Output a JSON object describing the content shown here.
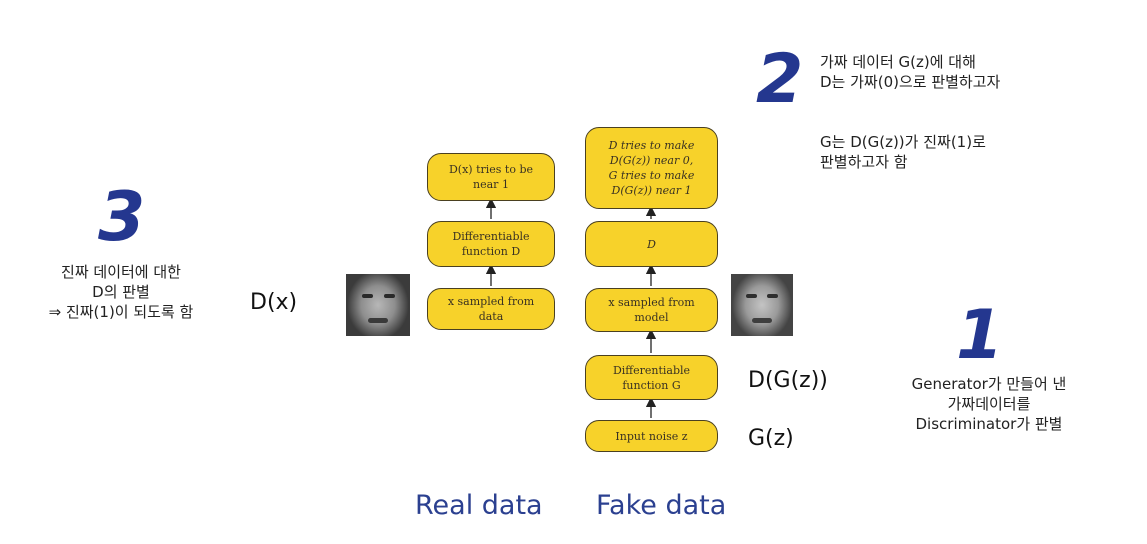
{
  "real_column": {
    "top_box": "D(x) tries to be\nnear 1",
    "mid_box": "Differentiable\nfunction D",
    "bottom_box": "x sampled from\ndata"
  },
  "fake_column": {
    "top_box": "D tries to make\nD(G(z)) near 0,\nG tries to make\nD(G(z)) near 1",
    "d_box": "D",
    "sample_box": "x sampled from\nmodel",
    "g_box": "Differentiable\nfunction G",
    "noise_box": "Input noise z"
  },
  "math_labels": {
    "dx": "D(x)",
    "dgz": "D(G(z))",
    "gz": "G(z)"
  },
  "annotations": {
    "step1": {
      "number": "1",
      "text": "Generator가 만들어 낸\n가짜데이터를\nDiscriminator가 판별"
    },
    "step2": {
      "number": "2",
      "text_a": "가짜 데이터 G(z)에 대해\nD는 가짜(0)으로 판별하고자",
      "text_b": "G는 D(G(z))가 진짜(1)로\n판별하고자 함"
    },
    "step3": {
      "number": "3",
      "text": "진짜 데이터에 대한\nD의 판별\n⇒ 진짜(1)이 되도록 함"
    }
  },
  "bottom_labels": {
    "real": "Real data",
    "fake": "Fake data"
  },
  "colors": {
    "box_fill": "#f7d22a",
    "accent_blue": "#24378f",
    "label_blue": "#2b4090"
  }
}
